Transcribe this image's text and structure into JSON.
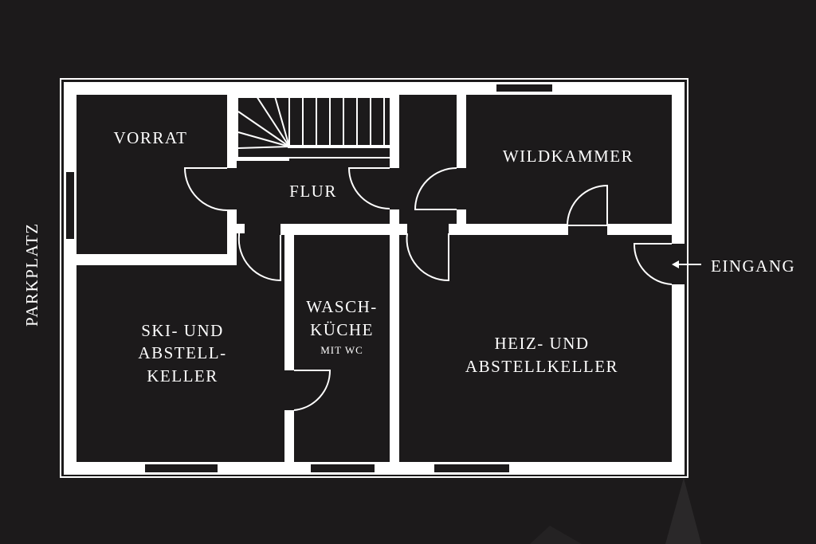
{
  "colors": {
    "background": "#1c1a1b",
    "wall": "#ffffff",
    "window": "#1c1a1b"
  },
  "rooms": {
    "vorrat": "VORRAT",
    "flur": "FLUR",
    "wildkammer": "WILDKAMMER",
    "ski_line1": "SKI- UND",
    "ski_line2": "ABSTELL-",
    "ski_line3": "KELLER",
    "wasch_line1": "WASCH-",
    "wasch_line2": "KÜCHE",
    "wasch_sub": "MIT WC",
    "heiz_line1": "HEIZ- UND",
    "heiz_line2": "ABSTELLKELLER"
  },
  "labels": {
    "parkplatz": "PARKPLATZ",
    "eingang": "EINGANG"
  }
}
